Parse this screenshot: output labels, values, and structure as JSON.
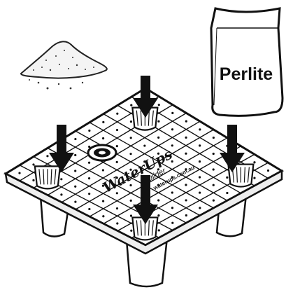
{
  "perlite_bag": {
    "label": "Perlite"
  },
  "tray": {
    "logo_text": "WaterUps",
    "logo_sub": "Builder",
    "url": "waterups.com.au"
  },
  "arrows": {
    "count": 4,
    "color": "#111111"
  },
  "colors": {
    "line": "#111111",
    "fill": "#ffffff",
    "shade": "#dddddd"
  }
}
